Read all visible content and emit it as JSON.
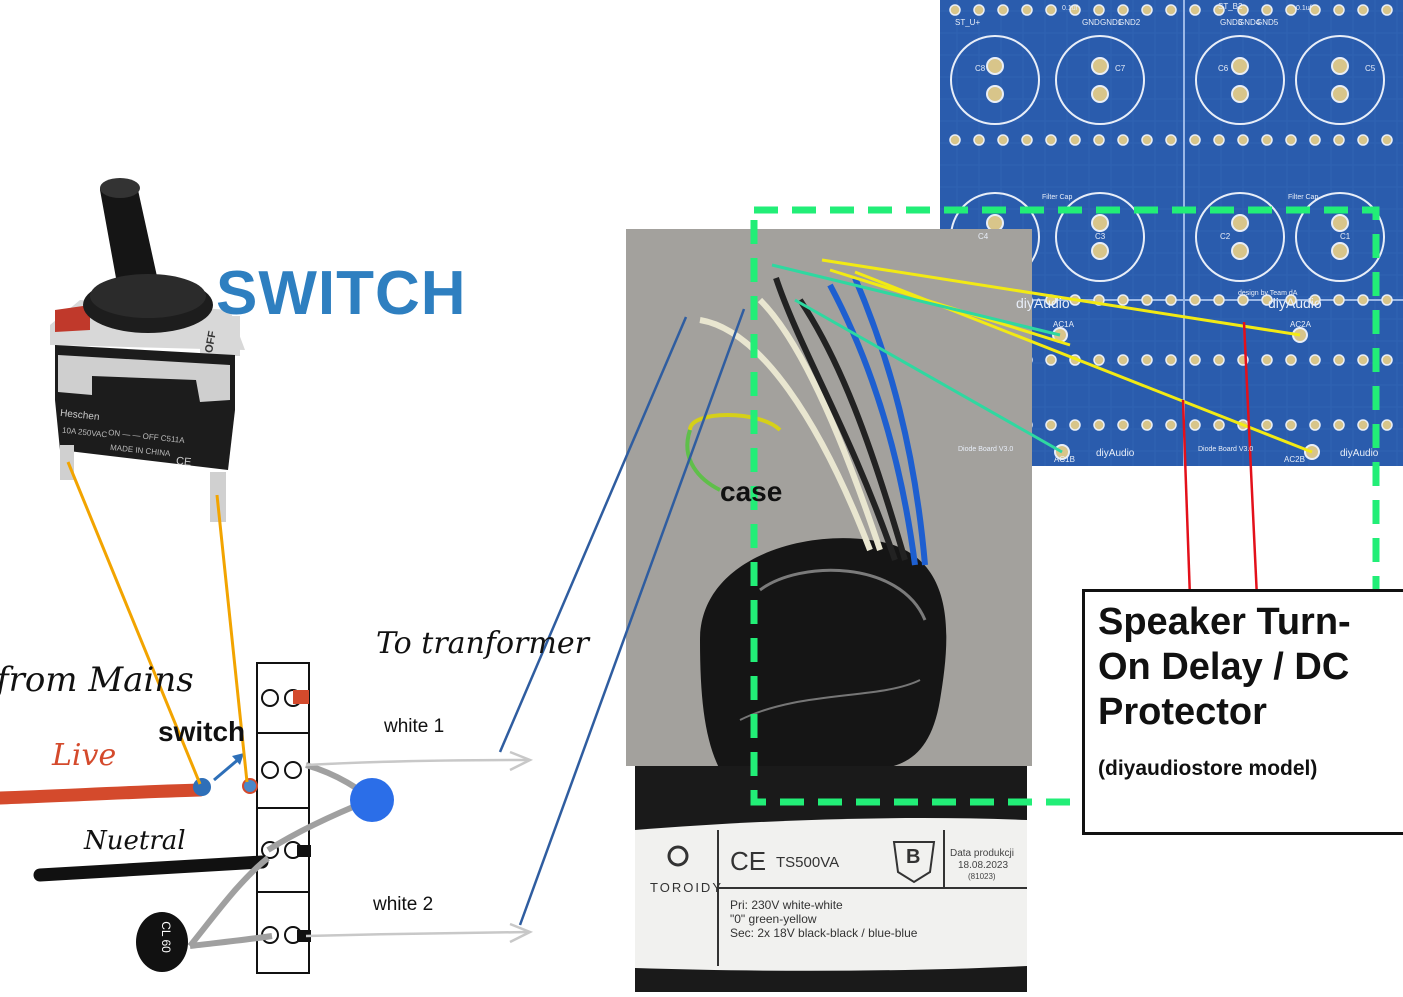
{
  "labels": {
    "switch_title": "SWITCH",
    "switch_small": "switch",
    "from_mains": "from Mains",
    "live": "Live",
    "neutral": "Nuetral",
    "to_transformer": "To tranformer",
    "white1": "white 1",
    "white2": "white 2",
    "case": "case"
  },
  "protector": {
    "title": "Speaker Turn-On Delay / DC Protector",
    "model": "(diyaudiostore model)"
  },
  "toggle_switch": {
    "brand": "Heschen",
    "rating": "10A 250VAC",
    "marking": "ON — — OFF C511A",
    "origin": "MADE IN CHINA",
    "ce": "CE",
    "off": "OFF"
  },
  "fuse": {
    "text": "CL 60"
  },
  "transformer": {
    "brand": "TOROIDY",
    "model": "TS500VA",
    "ce": "CE",
    "class_mark": "B",
    "date_label": "Data produkcji",
    "date": "18.08.2023",
    "batch": "(81023)",
    "pri": "Pri: 230V white-white",
    "zero": "\"0\" green-yellow",
    "sec": "Sec: 2x 18V black-black / blue-blue"
  },
  "pcb": {
    "brand": "diyAudio",
    "caps": [
      "C8",
      "C7",
      "C6",
      "C5",
      "C4",
      "C3",
      "C2",
      "C1"
    ],
    "ac_pads": [
      "AC1A",
      "AC1B",
      "AC2A",
      "AC2B"
    ],
    "filter_cap": "Filter Cap",
    "design_by": "design by Team dA",
    "board_name": "Diode Board V3.0",
    "top_pads": [
      "ST_U+",
      "GND",
      "GND1",
      "GND2",
      "GND3",
      "GND4",
      "GND5",
      "ST_B2"
    ],
    "cap_value": "0.1uf"
  },
  "colors": {
    "switch_title": "#2e7fc0",
    "live_wire": "#d44a2c",
    "neutral_wire": "#111111",
    "switch_wire": "#f2a400",
    "dashed_box": "#22ee77",
    "transformer_link": "#2f5da0",
    "pcb_blue": "#2a5cad",
    "red_pointer": "#e3101a",
    "yellow_trace": "#f2ea14"
  }
}
